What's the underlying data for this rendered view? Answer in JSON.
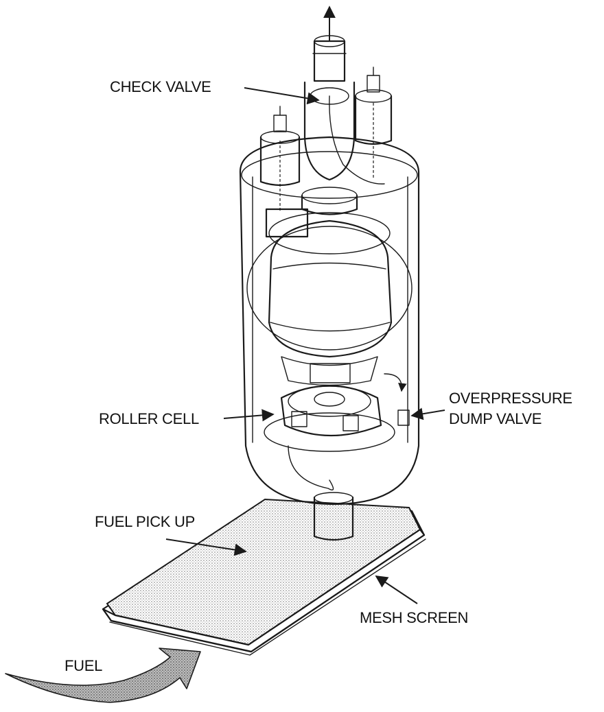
{
  "labels": {
    "check_valve": "CHECK VALVE",
    "roller_cell": "ROLLER CELL",
    "overpressure_line1": "OVERPRESSURE",
    "overpressure_line2": "DUMP VALVE",
    "fuel_pick_up": "FUEL PICK UP",
    "mesh_screen": "MESH SCREEN",
    "fuel": "FUEL"
  },
  "colors": {
    "ink": "#1a1a1a",
    "shading": "#9a9a9a",
    "background": "#ffffff"
  },
  "icons": {
    "flow_arrow": "fuel-flow-arrow-icon",
    "outlet_arrow": "outlet-arrow-icon"
  }
}
